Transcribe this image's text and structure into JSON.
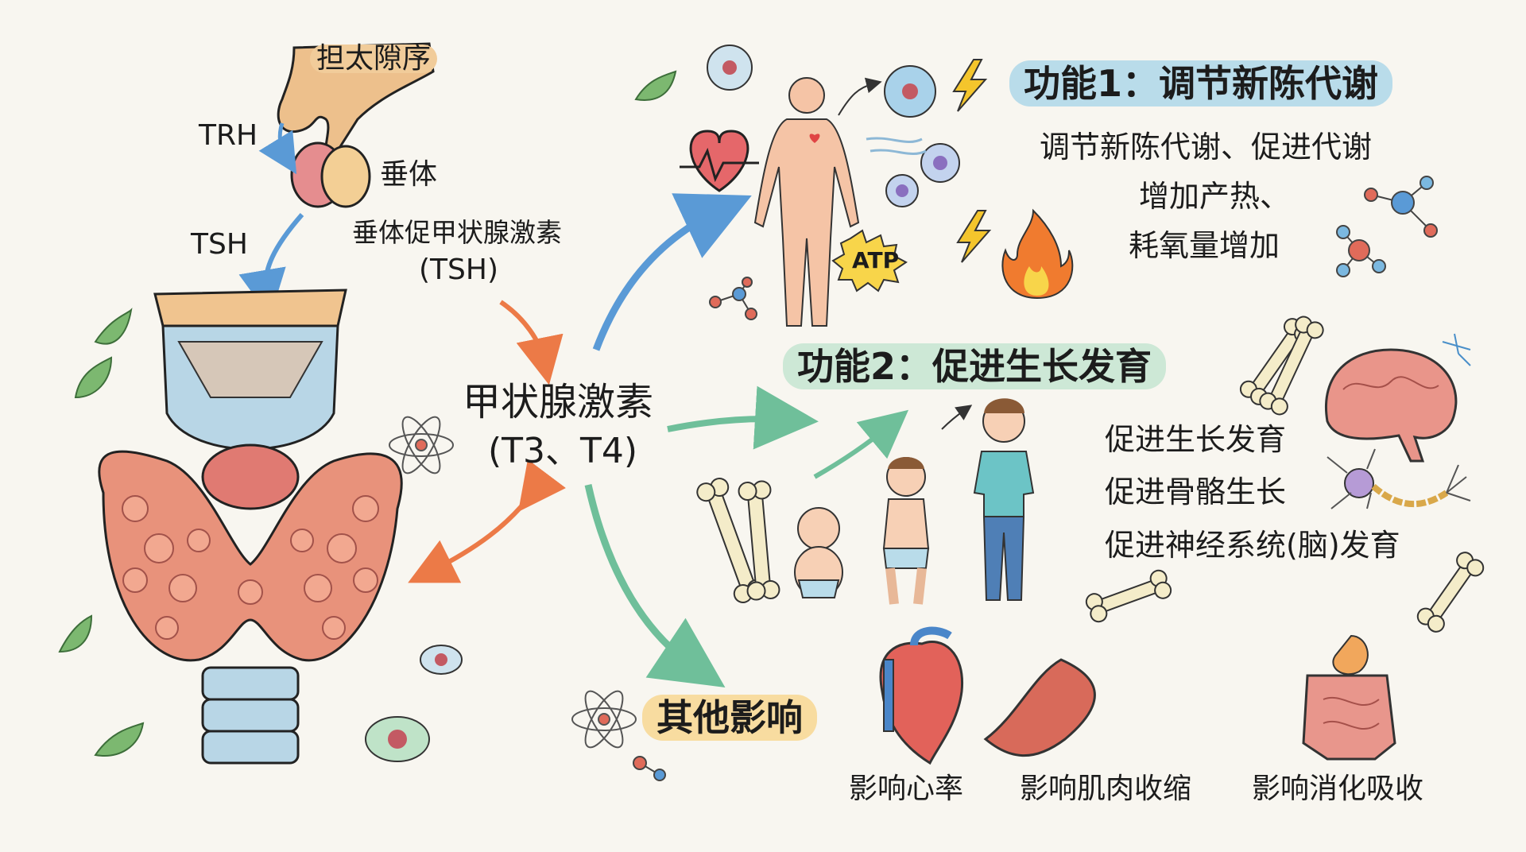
{
  "hypothalamus": {
    "label": "担太隙序"
  },
  "trh": {
    "label": "TRH"
  },
  "pituitary": {
    "label": "垂体"
  },
  "tsh": {
    "label": "TSH"
  },
  "tsh_full": {
    "line1": "垂体促甲状腺激素",
    "line2": "(TSH)"
  },
  "hormone": {
    "line1": "甲状腺激素",
    "line2": "(T3、T4)"
  },
  "function1": {
    "title": "功能1：调节新陈代谢",
    "lines": [
      "调节新陈代谢、促进代谢",
      "增加产热、",
      "耗氧量增加"
    ],
    "atp": "ATP"
  },
  "function2": {
    "title": "功能2：促进生长发育",
    "lines": [
      "促进生长发育",
      "促进骨骼生长",
      "促进神经系统(脑)发育"
    ]
  },
  "other": {
    "title": "其他影响",
    "items": [
      "影响心率",
      "影响肌肉收缩",
      "影响消化吸收"
    ]
  },
  "colors": {
    "blue_highlight": "#b9dcea",
    "green_highlight": "#cde8d6",
    "yellow_highlight": "#f8dca0",
    "background": "#f8f6f0"
  }
}
